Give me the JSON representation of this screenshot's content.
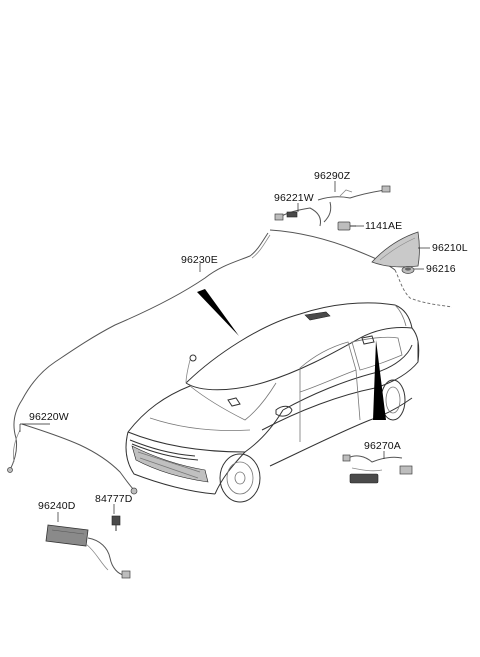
{
  "diagram": {
    "parts": [
      {
        "id": "96290z",
        "label": "96290Z"
      },
      {
        "id": "96221w",
        "label": "96221W"
      },
      {
        "id": "1141ae",
        "label": "1141AE"
      },
      {
        "id": "96210l",
        "label": "96210L"
      },
      {
        "id": "96216",
        "label": "96216"
      },
      {
        "id": "96230e",
        "label": "96230E"
      },
      {
        "id": "96220w",
        "label": "96220W"
      },
      {
        "id": "96270a",
        "label": "96270A"
      },
      {
        "id": "96240d",
        "label": "96240D"
      },
      {
        "id": "84777d",
        "label": "84777D"
      }
    ]
  }
}
